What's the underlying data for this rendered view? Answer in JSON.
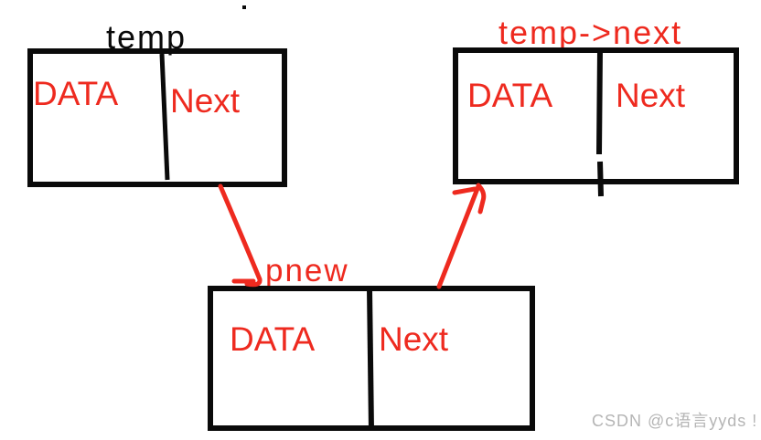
{
  "nodes": {
    "temp": {
      "title": "temp",
      "data_label": "DATA",
      "next_label": "Next"
    },
    "temp_next": {
      "title": "temp->next",
      "data_label": "DATA",
      "next_label": "Next"
    },
    "pnew": {
      "title": "pnew",
      "data_label": "DATA",
      "next_label": "Next"
    }
  },
  "watermark": {
    "text": "CSDN @c语言yyds !"
  },
  "colors": {
    "accent_red": "#ee2a1f",
    "ink_black": "#0a0a0a",
    "watermark_gray": "#b5b5b5"
  }
}
